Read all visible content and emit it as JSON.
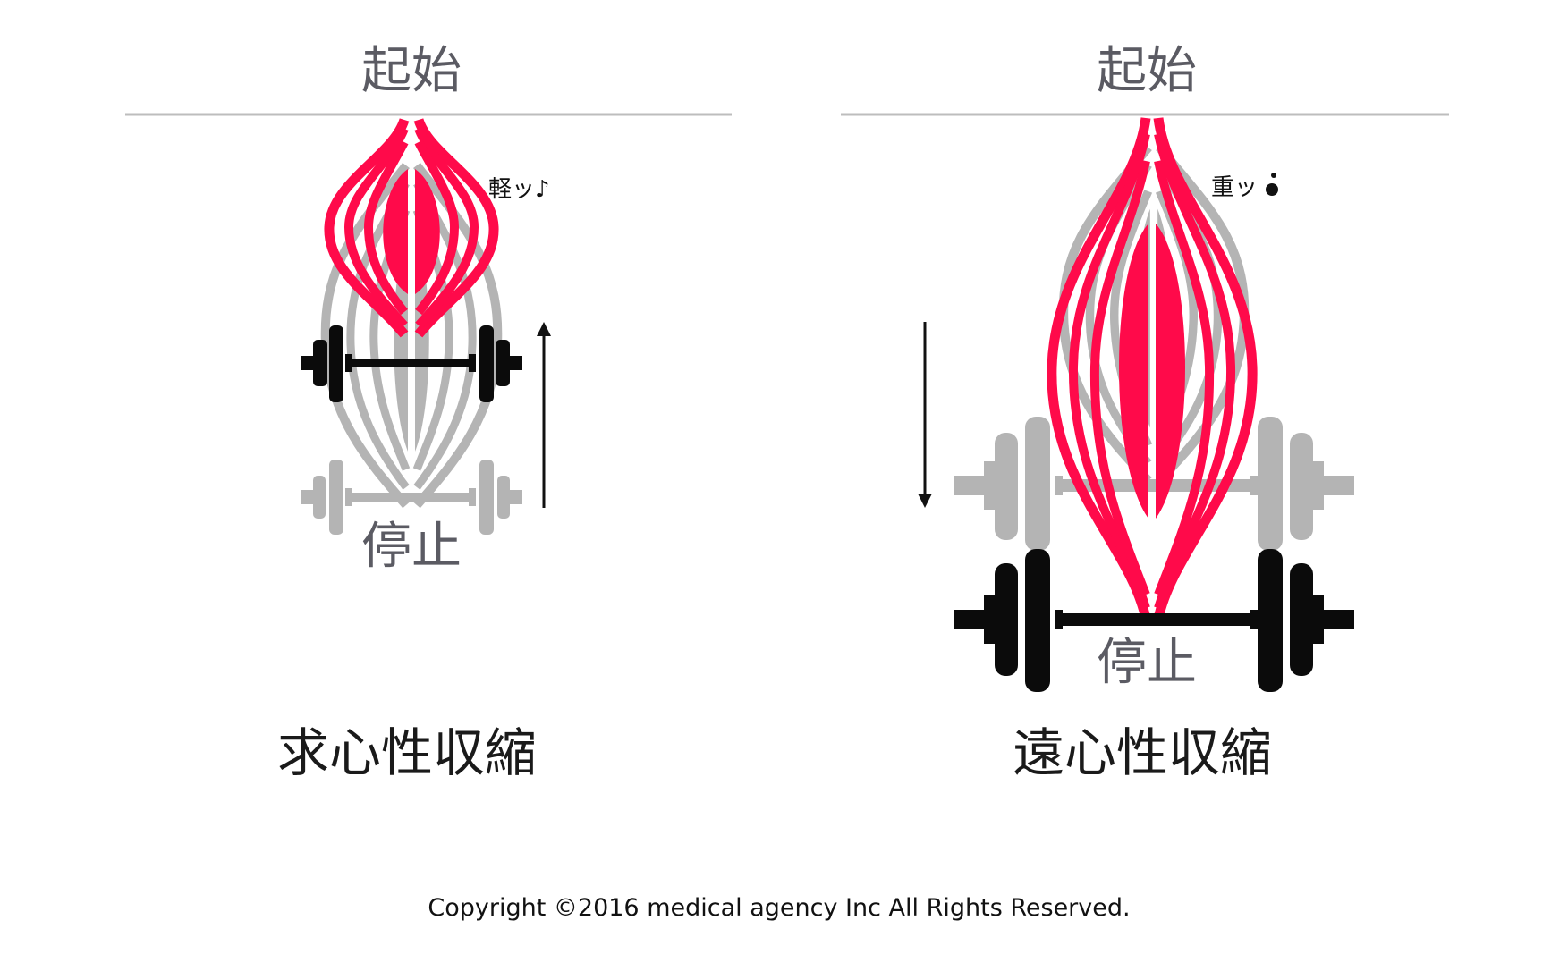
{
  "left_panel": {
    "origin_label": "起始",
    "insertion_label": "停止",
    "reaction": "軽ッ♪",
    "caption": "求心性収縮",
    "arrow_direction": "up"
  },
  "right_panel": {
    "origin_label": "起始",
    "insertion_label": "停止",
    "reaction": "重ッ",
    "caption": "遠心性収縮",
    "arrow_direction": "down"
  },
  "footer": {
    "copyright": "Copyright ©2016 medical agency Inc All Rights Reserved."
  },
  "colors": {
    "muscle": "#ff0a4a",
    "ghost": "#b4b4b4",
    "dumbbell": "#0b0b0b",
    "line": "#bdbdbd",
    "label": "#5b5b63"
  }
}
